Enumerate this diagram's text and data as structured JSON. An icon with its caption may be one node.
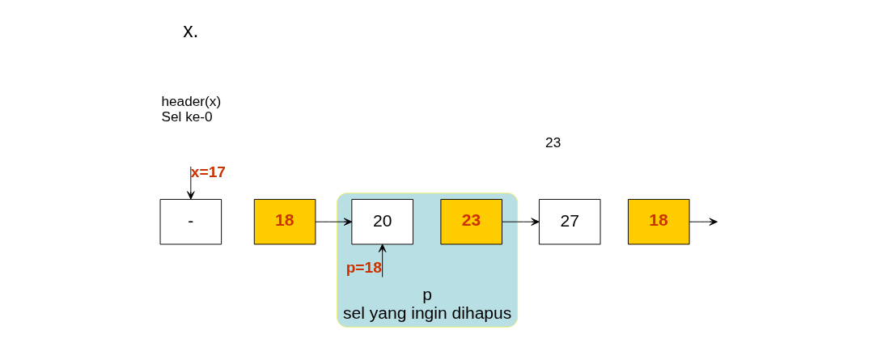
{
  "diagram": {
    "nodes": [
      {
        "text": [
          "-"
        ],
        "beside": [
          "header(x)",
          "Sel ke-0"
        ]
      },
      {
        "text": [
          "18"
        ]
      },
      {
        "text": [
          "p",
          "sel yang ingin dihapus"
        ]
      },
      {
        "text": [
          "20"
        ],
        "in": 2
      },
      {
        "text": [
          "23"
        ],
        "in": 2
      },
      {
        "text": [
          "27"
        ],
        "beside": [
          "23"
        ]
      },
      {
        "text": [
          "18"
        ]
      }
    ],
    "edges": [
      {
        "from": null,
        "to": 0,
        "arrow": "to",
        "label": "x=17"
      },
      {
        "from": null,
        "to": 3,
        "arrow": "to",
        "label": "p=18"
      },
      {
        "from": 1,
        "to": 3,
        "arrow": "to"
      },
      {
        "from": 4,
        "to": 5,
        "arrow": "to"
      },
      {
        "from": 6,
        "to": null,
        "arrow": "to"
      }
    ],
    "labels": [
      "x."
    ]
  }
}
